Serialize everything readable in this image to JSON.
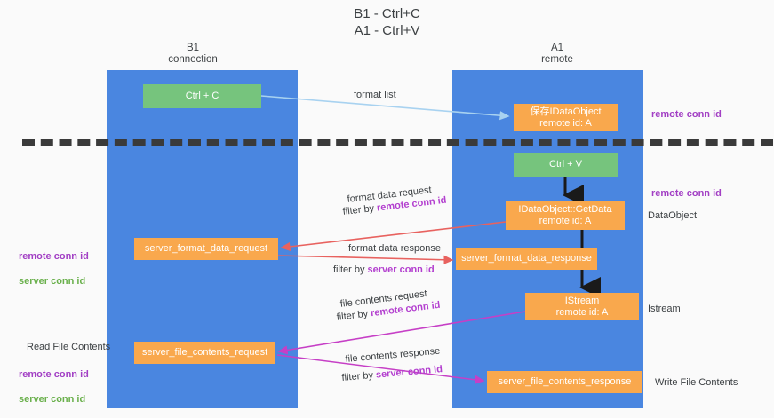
{
  "title": "B1 - Ctrl+C\nA1 - Ctrl+V",
  "columns": {
    "left": {
      "name": "B1",
      "role": "connection",
      "header": "B1\nconnection"
    },
    "right": {
      "name": "A1",
      "role": "remote",
      "header": "A1\nremote"
    }
  },
  "colors": {
    "lane": "#4a86e0",
    "node_orange": "#f9a84d",
    "node_green": "#76c47d",
    "accent_purple": "#a23fc4",
    "accent_green": "#6ab04c",
    "arrow_blue": "#a8d2f0",
    "arrow_red": "#e8625f",
    "arrow_magenta": "#c63fc6",
    "arrow_black": "#1a1a1a",
    "divider": "#3a3a3a",
    "background": "#fafafa"
  },
  "nodes": {
    "ctrl_c": {
      "label": "Ctrl + C",
      "kind": "green"
    },
    "idataobject": {
      "label": "保存IDataObject\nremote id: A",
      "kind": "orange"
    },
    "ctrl_v": {
      "label": "Ctrl + V",
      "kind": "green"
    },
    "getdata": {
      "label": "IDataObject::GetData\nremote id: A",
      "kind": "orange"
    },
    "server_format_data_request": {
      "label": "server_format_data_request",
      "kind": "orange"
    },
    "server_format_data_response": {
      "label": "server_format_data_response",
      "kind": "orange"
    },
    "istream": {
      "label": "IStream\nremote id: A",
      "kind": "orange"
    },
    "server_file_contents_request": {
      "label": "server_file_contents_request",
      "kind": "orange"
    },
    "server_file_contents_response": {
      "label": "server_file_contents_response",
      "kind": "orange"
    }
  },
  "edge_labels": {
    "format_list": "format list",
    "format_data_request": "format data request",
    "format_data_request_filter_prefix": "filter by ",
    "format_data_request_filter_key": "remote conn id",
    "format_data_response": "format data response",
    "format_data_response_filter_prefix": "filter by ",
    "format_data_response_filter_key": "server conn id",
    "file_contents_request": "file contents request",
    "file_contents_request_filter_prefix": "filter by ",
    "file_contents_request_filter_key": "remote conn id",
    "file_contents_response": "file contents response",
    "file_contents_response_filter_prefix": "filter by ",
    "file_contents_response_filter_key": "server conn id"
  },
  "annotations": {
    "right": {
      "remote_conn_id_top": "remote conn id",
      "remote_conn_id_mid": "remote conn id",
      "dataobject": "DataObject",
      "istream": "Istream",
      "write_file_contents": "Write File Contents"
    },
    "left": {
      "remote_conn_id": "remote conn id",
      "server_conn_id": "server conn id",
      "read_file_contents": "Read File Contents",
      "remote_conn_id_2": "remote conn id",
      "server_conn_id_2": "server conn id"
    }
  }
}
